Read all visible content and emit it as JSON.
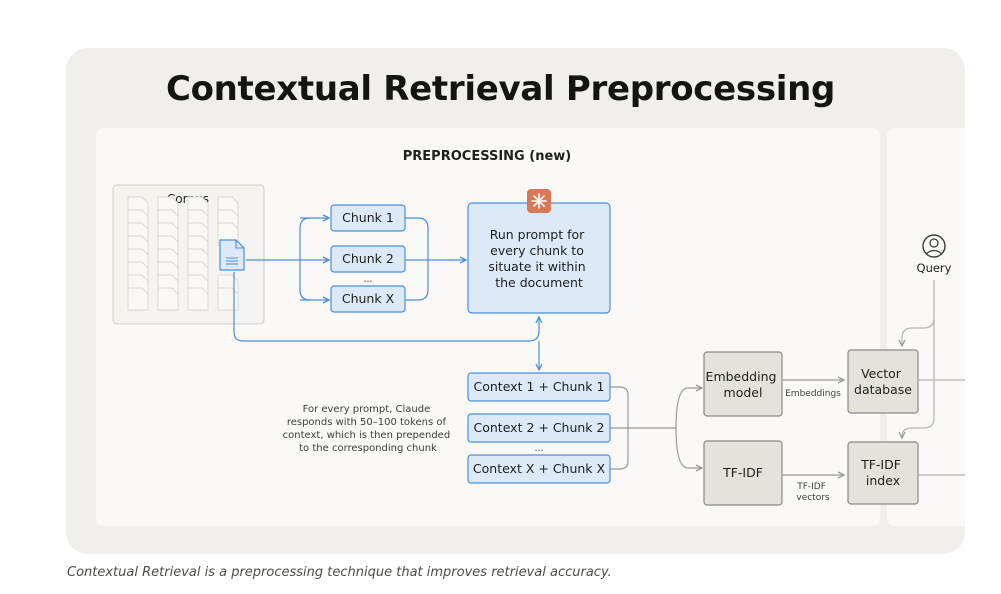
{
  "diagram": {
    "title": "Contextual Retrieval Preprocessing",
    "section_label": "PREPROCESSING (new)",
    "corpus_label": "Corpus",
    "chunks": [
      "Chunk 1",
      "Chunk 2",
      "...",
      "Chunk X"
    ],
    "prompt_box": [
      "Run prompt for",
      "every chunk to",
      "situate it within",
      "the document"
    ],
    "contexts": [
      "Context 1 + Chunk 1",
      "Context 2 + Chunk 2",
      "...",
      "Context X + Chunk X"
    ],
    "note": [
      "For every prompt, Claude",
      "responds with 50–100 tokens of",
      "context, which is then prepended",
      "to the corresponding chunk"
    ],
    "embedding_model": [
      "Embedding",
      "model"
    ],
    "embeddings_label": "Embeddings",
    "vector_db": [
      "Vector",
      "database"
    ],
    "tfidf": "TF-IDF",
    "tfidf_vectors": [
      "TF-IDF",
      "vectors"
    ],
    "tfidf_index": [
      "TF-IDF",
      "index"
    ],
    "query_label": "Query"
  },
  "caption": "Contextual Retrieval is a preprocessing technique that improves retrieval accuracy.",
  "colors": {
    "frame_bg": "#f0efec",
    "panel_bg": "#faf9f7",
    "blue_fill": "#dbe9f8",
    "blue_stroke": "#4a90d9",
    "gray_fill": "#e3e2dd",
    "gray_stroke": "#8a8983",
    "claude_accent": "#d97757"
  },
  "icons": {
    "claude": "claude-starburst-icon",
    "query": "user-circle-icon",
    "document": "document-icon"
  }
}
